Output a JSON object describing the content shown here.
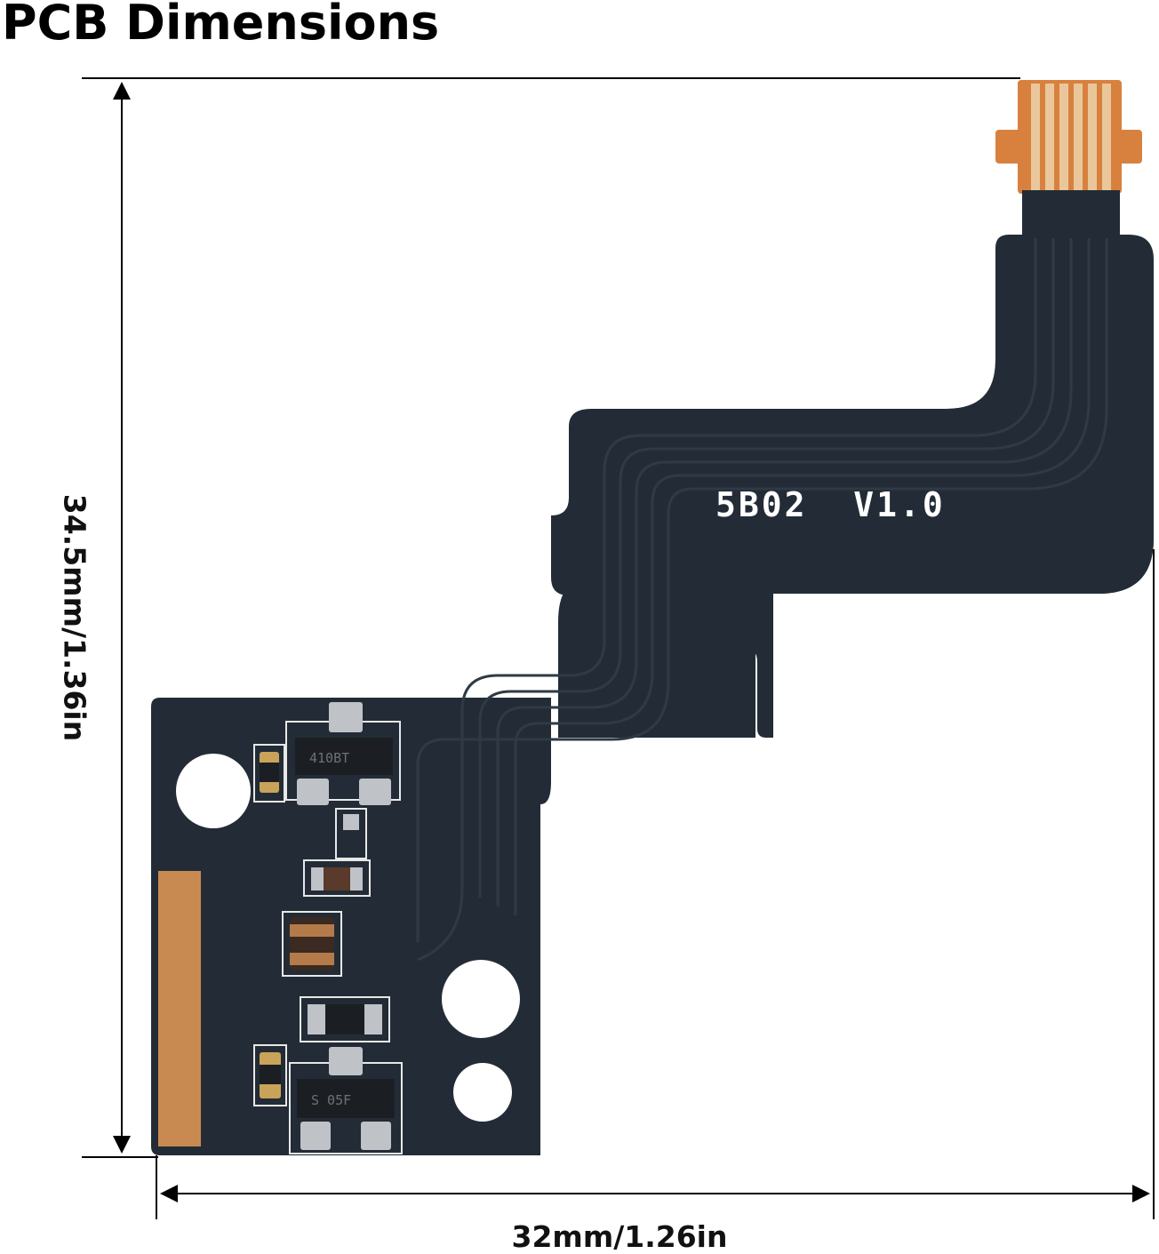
{
  "title": "PCB Dimensions",
  "dimensions": {
    "height_label": "34.5mm/1.36in",
    "width_label": "32mm/1.26in"
  },
  "board": {
    "silkscreen_label": "5B02  V1.0",
    "component_marking_top": "410BT",
    "component_marking_bottom": "S 05F"
  },
  "colors": {
    "board": "#232c36",
    "copper": "#c98a52",
    "flex": "#d8813f",
    "pad": "#bfc3c7",
    "silk": "#ffffff"
  }
}
